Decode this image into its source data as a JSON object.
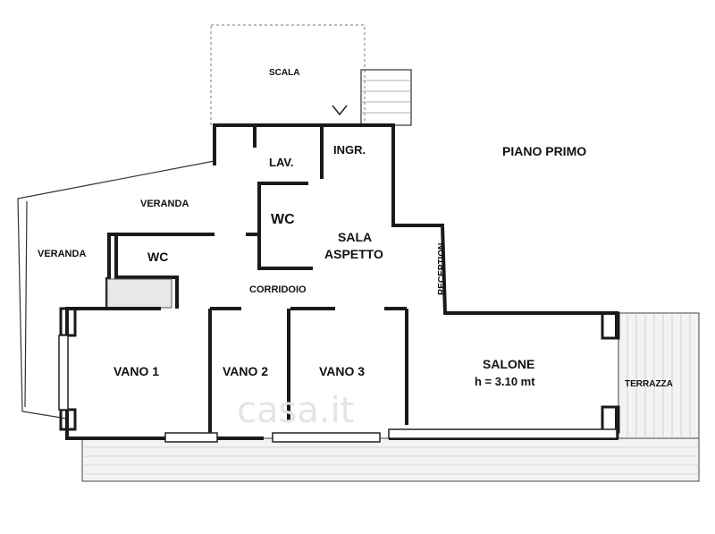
{
  "floor_title": "PIANO PRIMO",
  "rooms": {
    "scala": "SCALA",
    "lav": "LAV.",
    "ingr": "INGR.",
    "wc_center": "WC",
    "veranda_top": "VERANDA",
    "veranda_left": "VERANDA",
    "wc_left": "WC",
    "sala": "SALA",
    "aspetto": "ASPETTO",
    "reception": "RECEPTION",
    "corridoio": "CORRIDOIO",
    "vano1": "VANO 1",
    "vano2": "VANO 2",
    "vano3": "VANO 3",
    "salone": "SALONE",
    "salone_height": "h = 3.10 mt",
    "terrazza": "TERRAZZA"
  },
  "watermark": "casa.it"
}
